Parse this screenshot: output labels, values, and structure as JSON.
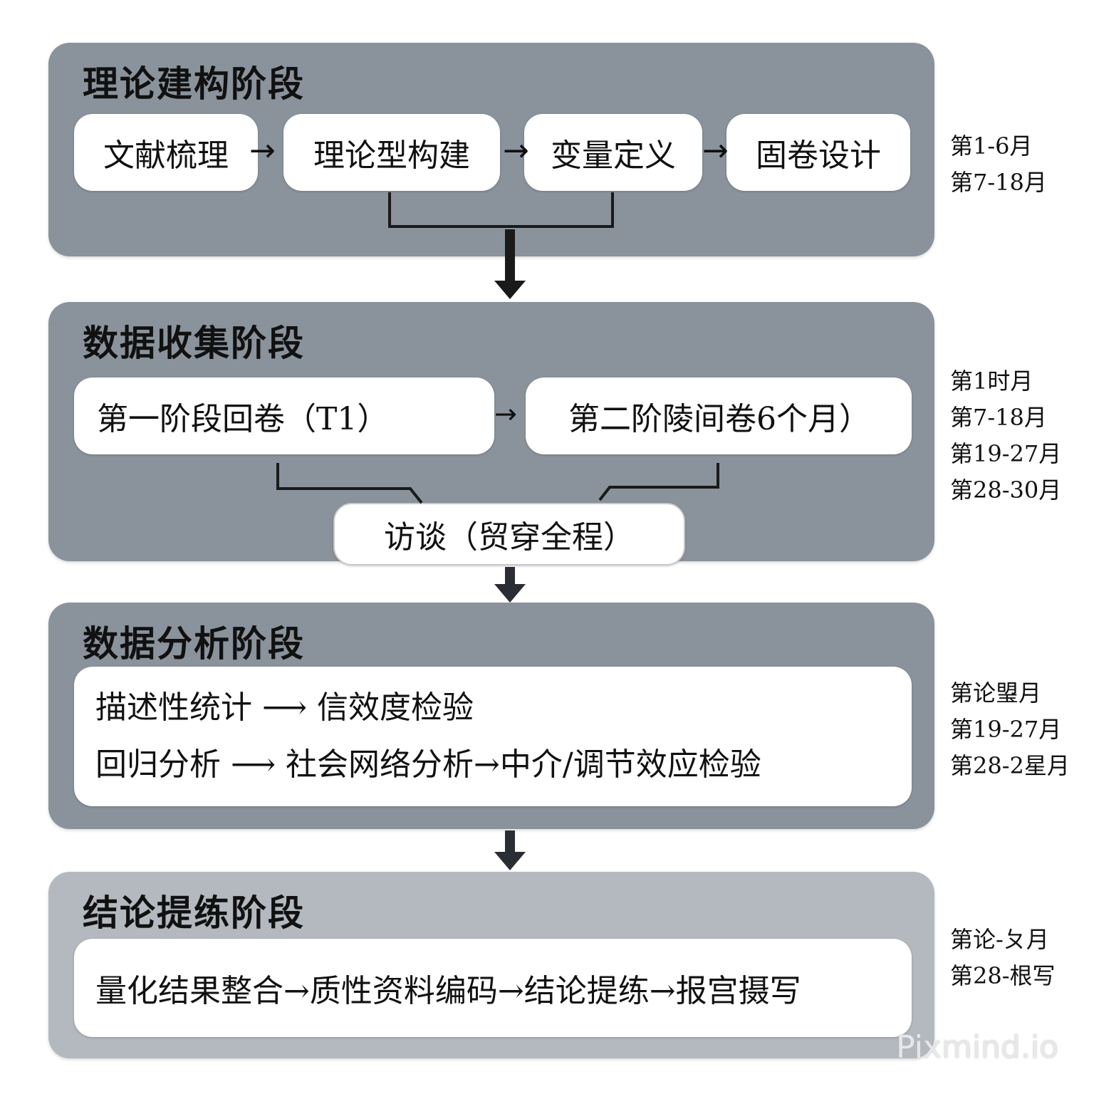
{
  "stages": [
    {
      "title": "理论建构阶段",
      "boxes": [
        "文献梳理",
        "理论型构建",
        "变量定义",
        "固卷设计"
      ],
      "months": [
        "第1-6月",
        "第7-18月"
      ]
    },
    {
      "title": "数据收集阶段",
      "boxes": [
        "第一阶段回卷（T1）",
        "第二阶陵间卷6个月）"
      ],
      "interview": "访谈（贸穿全程）",
      "months": [
        "第1时月",
        "第7-18月",
        "第19-27月",
        "第28-30月"
      ]
    },
    {
      "title": "数据分析阶段",
      "lines": [
        "描述性统计 ⟶ 信效度检验",
        "回归分析 ⟶ 社会网络分析→中介/调节效应检验"
      ],
      "months": [
        "第论琞月",
        "第19-27月",
        "第28-2星月"
      ]
    },
    {
      "title": "结论提练阶段",
      "lines": [
        "量化结果整合→质性资料编码→结论提练→报宫摄写"
      ],
      "months": [
        "第论-ㄆ月",
        "第28-根写"
      ]
    }
  ],
  "arrows": {
    "flow": "→"
  },
  "watermark": "Pixmind.io",
  "colors": {
    "stage_dark": "#8a939c",
    "stage_light": "#b3b9bf",
    "box": "#ffffff",
    "arrow": "#1a1a1a"
  }
}
